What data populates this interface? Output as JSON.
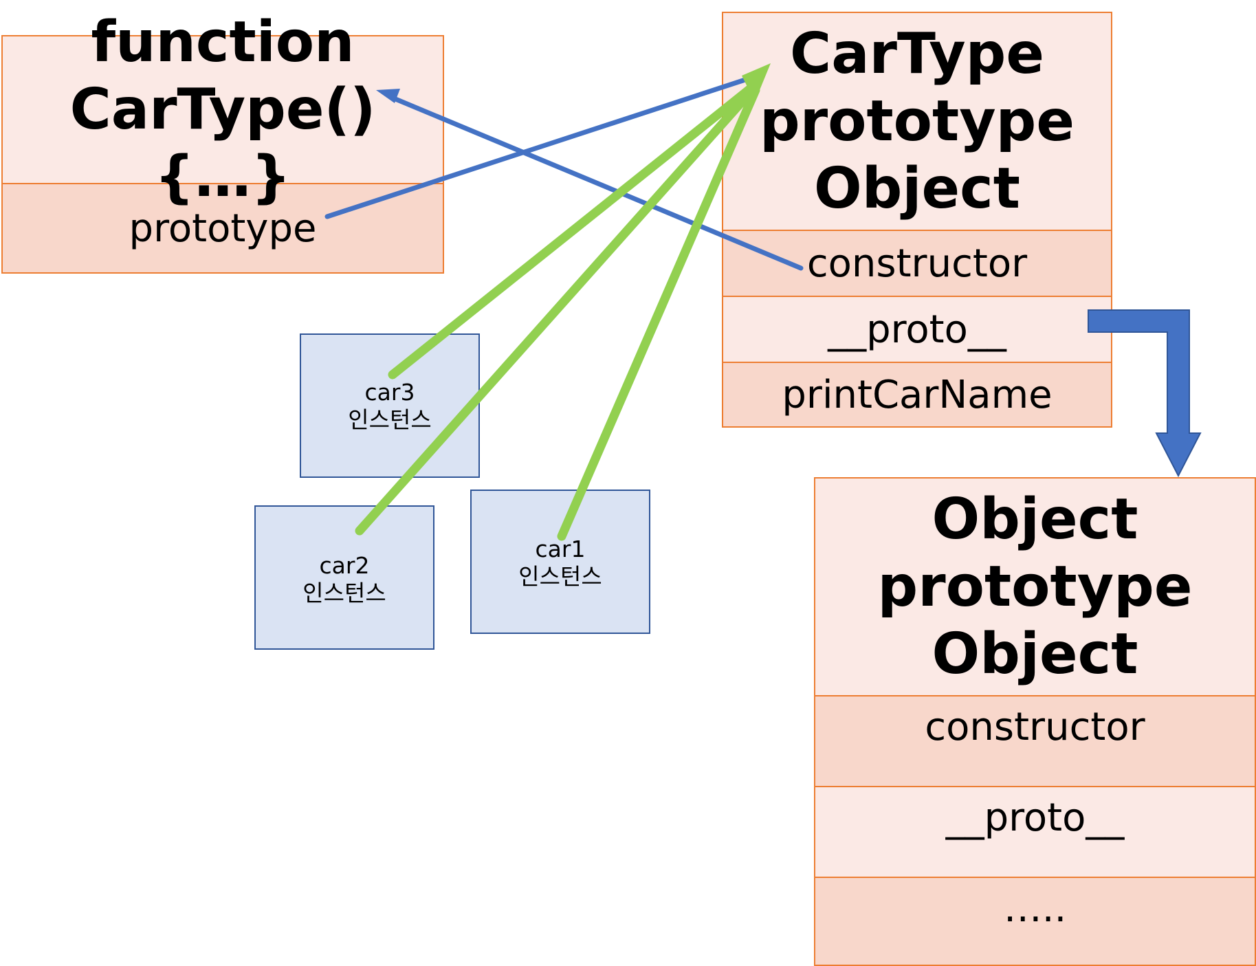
{
  "function_box": {
    "title_line1": "function",
    "title_line2": "CarType() {…}",
    "row_prototype": "prototype"
  },
  "cartype_proto": {
    "title_line1": "CarType",
    "title_line2": "prototype",
    "title_line3": "Object",
    "rows": [
      "constructor",
      "__proto__",
      "printCarName"
    ]
  },
  "object_proto": {
    "title_line1": "Object",
    "title_line2": "prototype",
    "title_line3": "Object",
    "rows": [
      "constructor",
      "__proto__",
      "….."
    ]
  },
  "instances": [
    {
      "name": "car3",
      "label": "인스턴스"
    },
    {
      "name": "car2",
      "label": "인스턴스"
    },
    {
      "name": "car1",
      "label": "인스턴스"
    }
  ],
  "colors": {
    "box_border": "#ED7D31",
    "cell_light": "#FBE9E5",
    "cell_dark": "#F8D7CB",
    "instance_fill": "#DAE3F3",
    "instance_border": "#2F5597",
    "link_blue": "#4472C4",
    "link_green": "#92D050"
  }
}
